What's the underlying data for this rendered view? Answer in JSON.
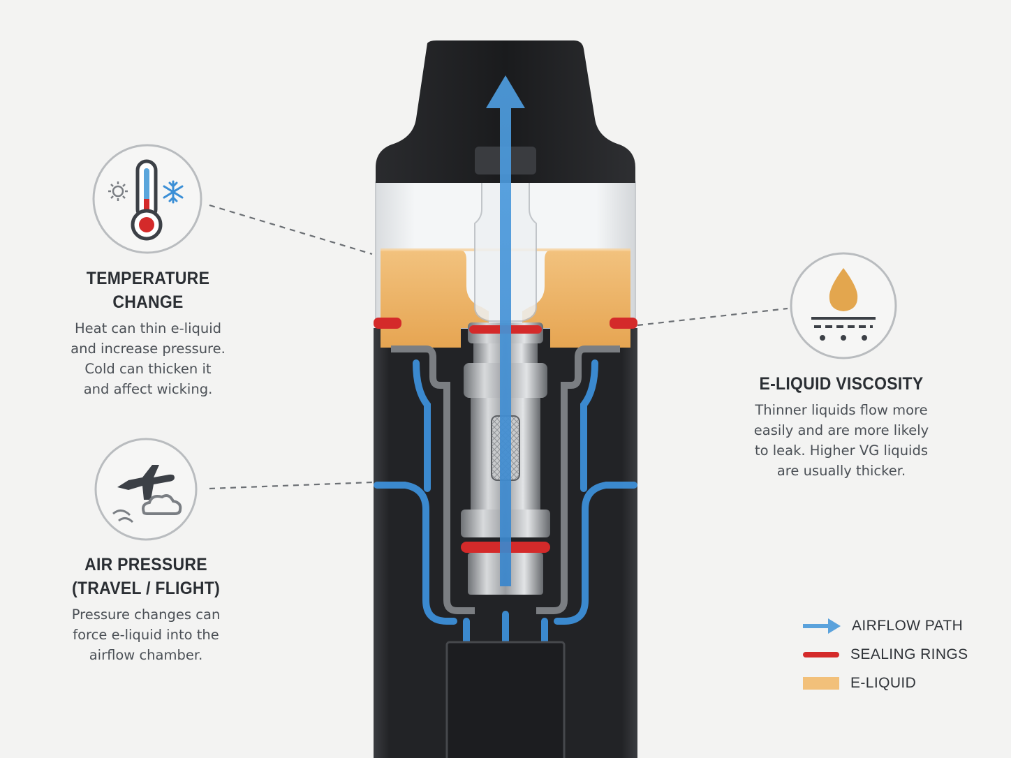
{
  "labels": {
    "temperature": {
      "title": "TEMPERATURE CHANGE",
      "lines": [
        "Heat can thin e-liquid",
        "and increase pressure.",
        "Cold can thicken it",
        "and affect wicking."
      ]
    },
    "air_pressure": {
      "title_lines": [
        "AIR PRESSURE",
        "(TRAVEL / FLIGHT)"
      ],
      "lines": [
        "Pressure changes can",
        "force e-liquid into the",
        "airflow chamber."
      ]
    },
    "viscosity": {
      "title": "E-LIQUID VISCOSITY",
      "lines": [
        "Thinner liquids flow more",
        "easily and are more likely",
        "to leak. Higher VG liquids",
        "are usually thicker."
      ]
    }
  },
  "legend": [
    {
      "label": "AIRFLOW PATH",
      "color": "#5aa2dc",
      "icon": "arrow-icon"
    },
    {
      "label": "SEALING RINGS",
      "color": "#d42a2a",
      "icon": "line-icon"
    },
    {
      "label": "E-LIQUID",
      "color": "#f2c07a",
      "icon": "swatch-icon"
    }
  ],
  "colors": {
    "airflow": "#3d8fd8",
    "seal": "#d42a2a",
    "liquid": "#e8ad5a",
    "body": "#2c2e31",
    "background": "#f3f3f2"
  }
}
